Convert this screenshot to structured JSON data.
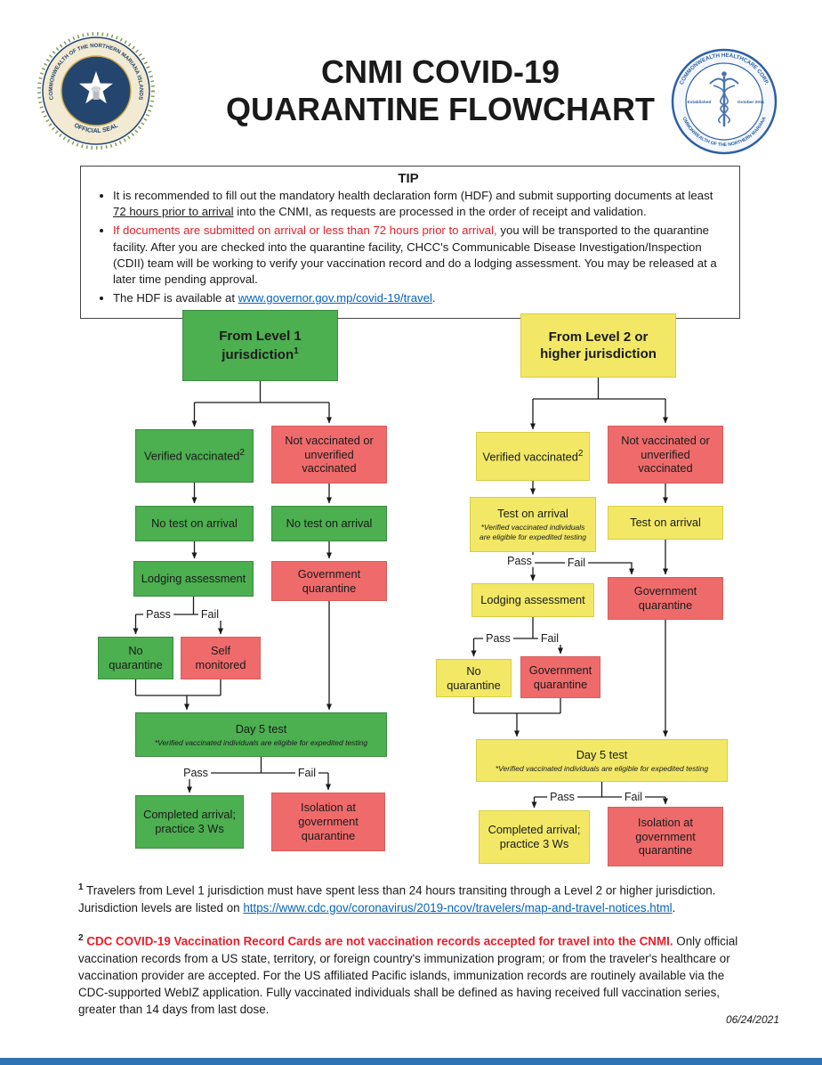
{
  "header": {
    "title_line1": "CNMI COVID-19",
    "title_line2": "QUARANTINE FLOWCHART",
    "left_seal_top_text": "COMMONWEALTH OF THE NORTHERN MARIANA ISLANDS",
    "left_seal_bottom_text": "OFFICIAL SEAL",
    "right_seal_top_text": "COMMONWEALTH HEALTHCARE CORP.",
    "right_seal_bottom_text": "COMMONWEALTH OF THE NORTHERN MARIANAS",
    "right_seal_left_text": "Established",
    "right_seal_right_text": "October 2011"
  },
  "tip": {
    "title": "TIP",
    "b1_part1": "It is recommended to fill out the mandatory health declaration form (HDF) and submit supporting documents at least ",
    "b1_underline": "72 hours prior to arrival",
    "b1_part2": " into the CNMI, as requests are processed in the order of receipt and validation.",
    "b2_red": "If documents are submitted on arrival or less than 72 hours prior to arrival,",
    "b2_rest": " you will be transported to the quarantine facility. After you are checked into the quarantine facility, CHCC's Communicable Disease Investigation/Inspection (CDII) team will be working to verify your vaccination record and do a lodging assessment. You may be released at a later time pending approval.",
    "b3_part1": "The HDF is available at ",
    "b3_link": "www.governor.gov.mp/covid-19/travel",
    "b3_part2": "."
  },
  "colors": {
    "green": "#4caf50",
    "yellow": "#f2e866",
    "red": "#ef6b6b",
    "alert_red": "#ee1c25",
    "link_blue": "#0563c1",
    "footer_blue": "#2e74b5"
  },
  "flow_left": {
    "start": "From Level 1 jurisdiction",
    "start_sup": "1",
    "verified": "Verified vaccinated",
    "verified_sup": "2",
    "not_vaccinated": "Not vaccinated or unverified vaccinated",
    "no_test_1": "No test on arrival",
    "no_test_2": "No test on arrival",
    "lodging": "Lodging assessment",
    "gov_quarantine": "Government quarantine",
    "pass_1": "Pass",
    "fail_1": "Fail",
    "no_quarantine": "No quarantine",
    "self_monitored": "Self monitored",
    "day5": "Day 5 test",
    "day5_note": "*Verified vaccinated individuals are eligible for expedited testing",
    "pass_2": "Pass",
    "fail_2": "Fail",
    "completed": "Completed arrival; practice 3 Ws",
    "isolation": "Isolation at government quarantine"
  },
  "flow_right": {
    "start": "From Level 2 or higher jurisdiction",
    "verified": "Verified vaccinated",
    "verified_sup": "2",
    "not_vaccinated": "Not vaccinated or unverified vaccinated",
    "test_on_arrival_1": "Test on arrival",
    "test_note": "*Verified vaccinated individuals are eligible for expedited testing",
    "test_on_arrival_2": "Test on arrival",
    "pass_1": "Pass",
    "fail_1": "Fail",
    "lodging": "Lodging assessment",
    "gov_quarantine_1": "Government quarantine",
    "pass_2": "Pass",
    "fail_2": "Fail",
    "no_quarantine": "No quarantine",
    "gov_quarantine_2": "Government quarantine",
    "day5": "Day 5 test",
    "day5_note": "*Verified vaccinated individuals are eligible for expedited testing",
    "pass_3": "Pass",
    "fail_3": "Fail",
    "completed": "Completed arrival; practice 3 Ws",
    "isolation": "Isolation at government quarantine"
  },
  "footnotes": {
    "fn1_sup": "1",
    "fn1_text": " Travelers from Level 1 jurisdiction must have spent less than 24 hours transiting through a Level 2 or higher jurisdiction. Jurisdiction levels are listed on ",
    "fn1_link": "https://www.cdc.gov/coronavirus/2019-ncov/travelers/map-and-travel-notices.html",
    "fn1_end": ".",
    "fn2_sup": "2",
    "fn2_red": " CDC COVID-19 Vaccination Record Cards are not vaccination records accepted for travel into the CNMI.",
    "fn2_rest": " Only official vaccination records from a US state, territory, or foreign country's immunization program; or from the traveler's healthcare or vaccination provider are accepted. For the US affiliated Pacific islands, immunization records are routinely available via the CDC-supported WebIZ application. Fully vaccinated individuals shall be defined as having received full vaccination series, greater than 14 days from last dose.",
    "date": "06/24/2021"
  }
}
